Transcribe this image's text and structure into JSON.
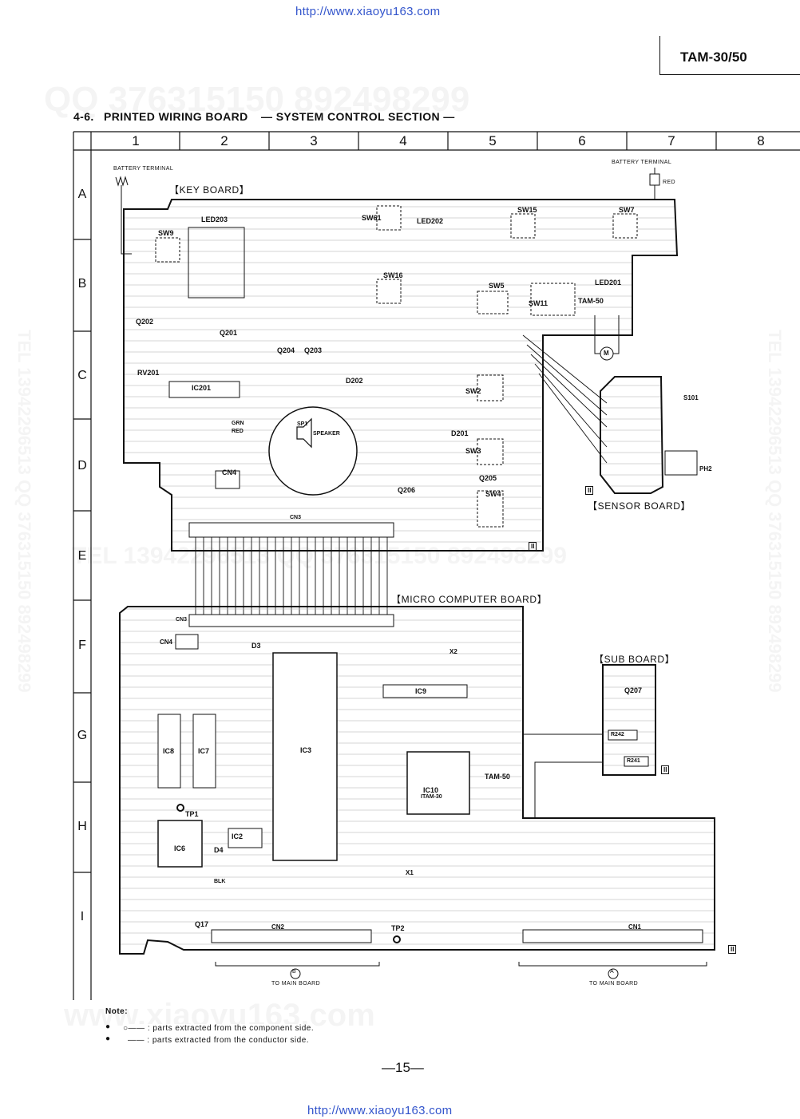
{
  "header": {
    "url_top": "http://www.xiaoyu163.com",
    "model": "TAM-30/50",
    "section_number": "4-6.",
    "section_title": "PRINTED WIRING BOARD",
    "section_subtitle": "— SYSTEM CONTROL SECTION —"
  },
  "grid": {
    "columns": [
      "1",
      "2",
      "3",
      "4",
      "5",
      "6",
      "7",
      "8"
    ],
    "rows": [
      "A",
      "B",
      "C",
      "D",
      "E",
      "F",
      "G",
      "H",
      "I"
    ]
  },
  "terminals": {
    "battery_left": "BATTERY TERMINAL",
    "battery_right": "BATTERY TERMINAL",
    "red": "RED"
  },
  "boards": {
    "key": "【KEY BOARD】",
    "sensor": "【SENSOR BOARD】",
    "micro": "【MICRO COMPUTER BOARD】",
    "sub": "【SUB BOARD】"
  },
  "components": {
    "led203": "LED203",
    "led202": "LED202",
    "led201": "LED201",
    "sw9": "SW9",
    "sw61": "SW61",
    "sw15": "SW15",
    "sw7": "SW7",
    "sw16": "SW16",
    "sw5": "SW5",
    "sw11": "SW11",
    "sw2": "SW2",
    "sw3": "SW3",
    "sw4": "SW4",
    "q202": "Q202",
    "q201": "Q201",
    "q204": "Q204",
    "q203": "Q203",
    "q206": "Q206",
    "q205": "Q205",
    "q207": "Q207",
    "q17": "Q17",
    "ic201": "IC201",
    "ic3": "IC3",
    "ic6": "IC6",
    "ic7": "IC7",
    "ic8": "IC8",
    "ic9": "IC9",
    "ic10": "IC10",
    "ic2": "IC2",
    "d202": "D202",
    "d201": "D201",
    "d3": "D3",
    "d4": "D4",
    "rv201": "RV201",
    "cn4_key": "CN4",
    "cn3_key": "CN3",
    "cn3_micro": "CN3",
    "cn4_micro": "CN4",
    "cn2": "CN2",
    "cn1": "CN1",
    "sp1": "SP1",
    "speaker": "SPEAKER",
    "grn": "GRN",
    "red_wire": "RED",
    "s101": "S101",
    "ph2": "PH2",
    "tam50_key": "TAM-50",
    "tam50_micro": "TAM-50",
    "tam30": "ITAM-30",
    "tp1": "TP1",
    "tp2": "TP2",
    "x1": "X1",
    "x2": "X2",
    "r242": "R242",
    "r241": "R241",
    "blk": "BLK",
    "motor": "M",
    "mark_ii": "II"
  },
  "footer": {
    "to_main_b_mark": "B",
    "to_main_b": "TO MAIN BOARD",
    "to_main_a_mark": "A",
    "to_main_a": "TO MAIN BOARD",
    "note_title": "Note:",
    "note_1": "○—— : parts extracted from the component side.",
    "note_2": "—— : parts extracted from the conductor side.",
    "page": "—15—",
    "url_bottom": "http://www.xiaoyu163.com"
  },
  "watermarks": {
    "qq_top": "QQ 376315150  892498299",
    "tel_mid": "TEL 13942296513  QQ 376315150  892498299",
    "www_bottom": "www.xiaoyu163.com",
    "side_left": "TEL 13942296513  QQ 376315150  892498299",
    "side_right": "TEL 13942296513  QQ 376315150  892498299"
  }
}
